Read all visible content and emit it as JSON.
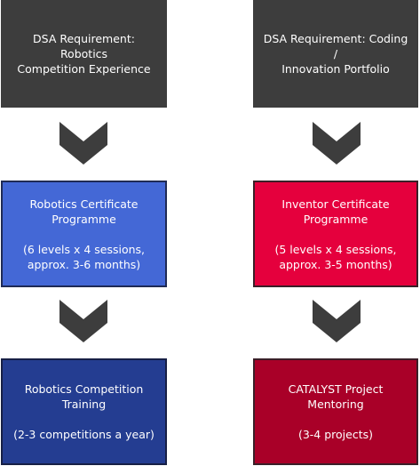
{
  "diagram": {
    "left_column": {
      "requirement": [
        "DSA Requirement: Robotics",
        "Competition Experience"
      ],
      "programme": [
        "Robotics Certificate",
        "Programme"
      ],
      "programme_detail": [
        "(6 levels x 4 sessions,",
        "approx. 3-6 months)"
      ],
      "training": [
        "Robotics Competition",
        "Training"
      ],
      "training_detail": "(2-3 competitions a year)"
    },
    "right_column": {
      "requirement": [
        "DSA Requirement: Coding /",
        "Innovation Portfolio"
      ],
      "programme": [
        "Inventor Certificate",
        "Programme"
      ],
      "programme_detail": [
        "(5 levels x 4 sessions,",
        "approx. 3-5 months)"
      ],
      "mentoring": "CATALYST Project Mentoring",
      "mentoring_detail": "(3-4 projects)"
    },
    "colors": {
      "requirement_box": "#3d3d3d",
      "robotics_programme": "#4468d6",
      "inventor_programme": "#e5003d",
      "robotics_training": "#243d91",
      "catalyst_mentoring": "#a90028",
      "chevron": "#3d3d3d"
    }
  }
}
